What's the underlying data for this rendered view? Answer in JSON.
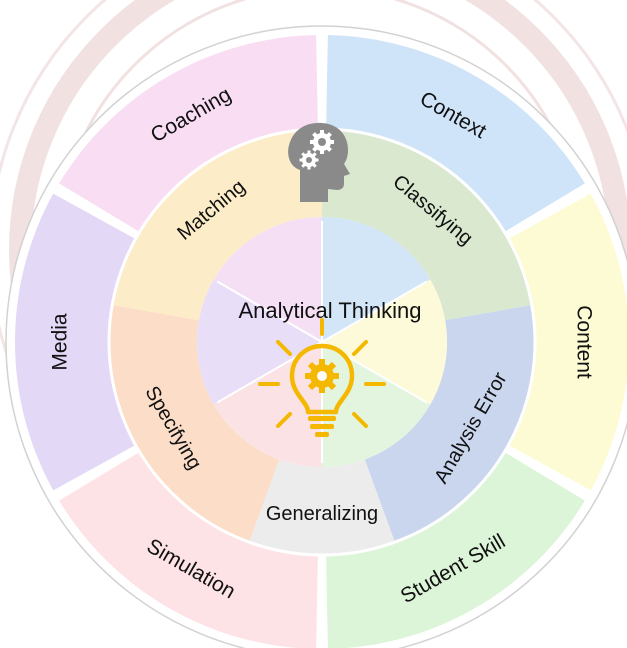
{
  "center_title": "Analytical Thinking",
  "outer_segments": [
    {
      "label": "Context",
      "color": "#cfe4f8"
    },
    {
      "label": "Content",
      "color": "#fdfbd4"
    },
    {
      "label": "Student Skill",
      "color": "#dcf5d8"
    },
    {
      "label": "Simulation",
      "color": "#fde3e6"
    },
    {
      "label": "Media",
      "color": "#e3d8f6"
    },
    {
      "label": "Coaching",
      "color": "#f8ddf3"
    }
  ],
  "inner_segments": [
    {
      "label": "Classifying",
      "color": "#d9e8cf"
    },
    {
      "label": "Analysis Error",
      "color": "#c9d6ee"
    },
    {
      "label": "Generalizing",
      "color": "#ececec"
    },
    {
      "label": "Specifying",
      "color": "#fbddc8"
    },
    {
      "label": "Matching",
      "color": "#fdecc8"
    }
  ],
  "core_sectors": [
    {
      "color": "#d3e6f8"
    },
    {
      "color": "#fcfad8"
    },
    {
      "color": "#e4f5df"
    },
    {
      "color": "#fbe2e5"
    },
    {
      "color": "#e9def8"
    },
    {
      "color": "#f5dff5"
    }
  ],
  "icons": {
    "head": {
      "name": "head-gears-icon",
      "color": "#8a8a8a"
    },
    "bulb": {
      "name": "lightbulb-gear-icon",
      "color": "#f5b800"
    }
  },
  "watermark": {
    "name": "university-seal-watermark",
    "color": "#d8a8a8"
  }
}
